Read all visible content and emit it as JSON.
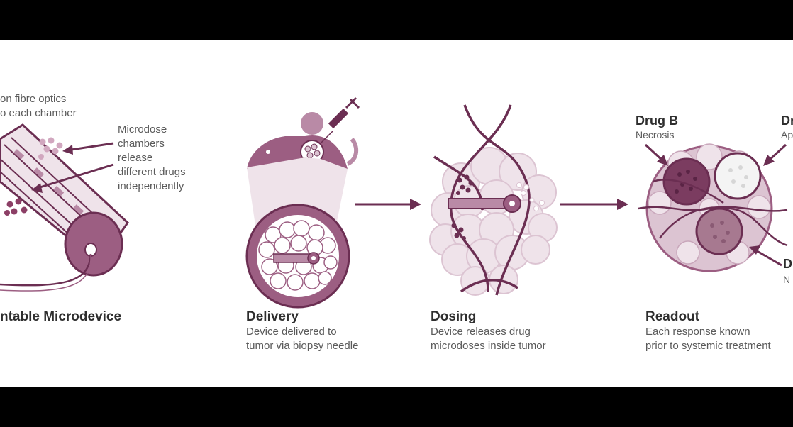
{
  "colors": {
    "dark": "#6b2e52",
    "mid": "#9c5e82",
    "light": "#dcc4d2",
    "pale": "#efe3ea",
    "text": "#5a5a5a"
  },
  "microdevice": {
    "fibre_line1": "on fibre optics",
    "fibre_line2": "o each chamber",
    "chambers_lines": [
      "Microdose",
      "chambers",
      "release",
      "different drugs",
      "independently"
    ],
    "title": "ntable Microdevice"
  },
  "delivery": {
    "title": "Delivery",
    "desc_line1": "Device delivered to",
    "desc_line2": "tumor via biopsy needle"
  },
  "dosing": {
    "title": "Dosing",
    "desc_line1": "Device releases drug",
    "desc_line2": "microdoses inside tumor"
  },
  "readout": {
    "title": "Readout",
    "desc_line1": "Each response known",
    "desc_line2": "prior to systemic treatment",
    "drug_b": "Drug B",
    "drug_b_effect": "Necrosis",
    "drug_top_right": "Dr",
    "drug_top_right_effect": "Ap",
    "drug_bottom_right": "D",
    "drug_bottom_right_effect": "N"
  }
}
